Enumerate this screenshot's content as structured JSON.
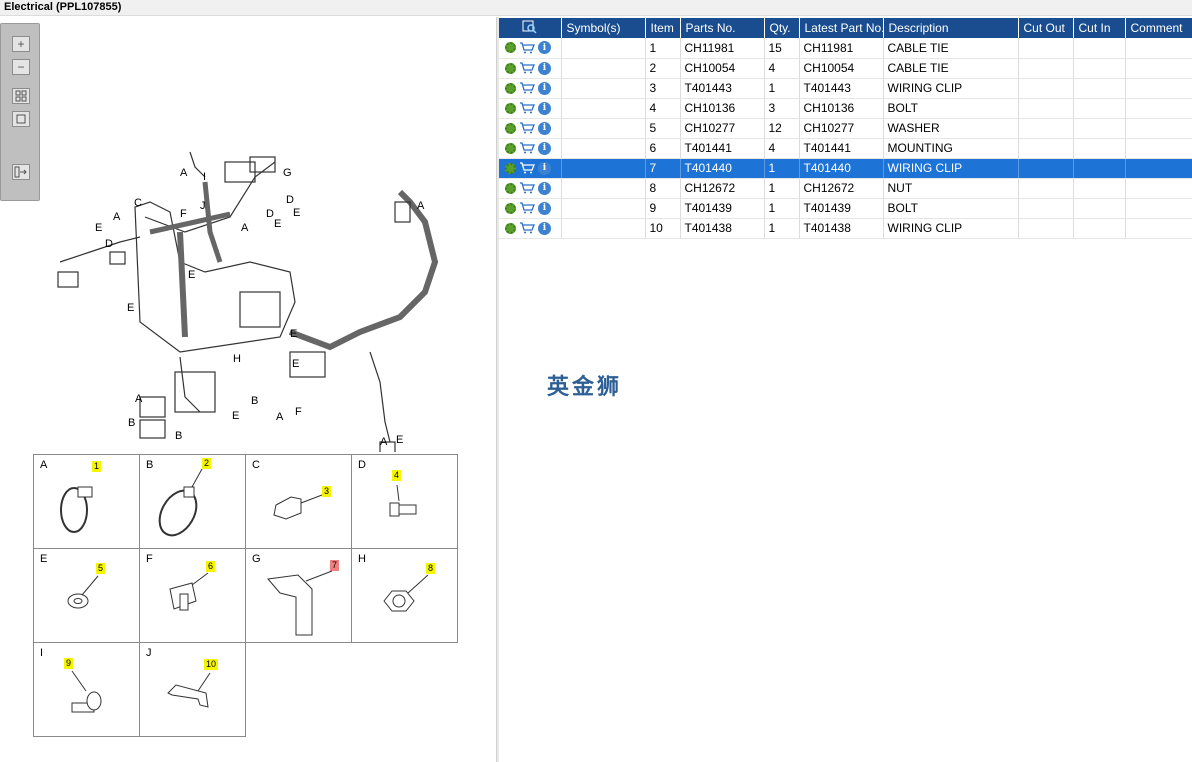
{
  "window": {
    "title": "Electrical (PPL107855)"
  },
  "toolbar": {
    "icons": [
      "zoom-in-icon",
      "zoom-out-icon",
      "fit-all-icon",
      "fit-window-icon",
      "export-icon"
    ]
  },
  "diagram": {
    "labels": [
      "A",
      "I",
      "G",
      "C",
      "J",
      "F",
      "D",
      "E",
      "A",
      "D",
      "E",
      "E",
      "A",
      "E",
      "D",
      "A",
      "E",
      "E",
      "H",
      "E",
      "A",
      "B",
      "B",
      "E",
      "A",
      "F",
      "B",
      "B",
      "A",
      "E"
    ]
  },
  "callout_grid": [
    {
      "letter": "A",
      "num": "1"
    },
    {
      "letter": "B",
      "num": "2"
    },
    {
      "letter": "C",
      "num": "3"
    },
    {
      "letter": "D",
      "num": "4"
    },
    {
      "letter": "E",
      "num": "5"
    },
    {
      "letter": "F",
      "num": "6"
    },
    {
      "letter": "G",
      "num": "7"
    },
    {
      "letter": "H",
      "num": "8"
    },
    {
      "letter": "I",
      "num": "9"
    },
    {
      "letter": "J",
      "num": "10"
    }
  ],
  "parts_table": {
    "columns": [
      "Symbol(s)",
      "Item",
      "Parts No.",
      "Qty.",
      "Latest Part No.",
      "Description",
      "Cut Out",
      "Cut In",
      "Comment"
    ],
    "rows": [
      {
        "item": "1",
        "parts_no": "CH11981",
        "qty": "15",
        "latest": "CH11981",
        "desc": "CABLE TIE"
      },
      {
        "item": "2",
        "parts_no": "CH10054",
        "qty": "4",
        "latest": "CH10054",
        "desc": "CABLE TIE"
      },
      {
        "item": "3",
        "parts_no": "T401443",
        "qty": "1",
        "latest": "T401443",
        "desc": "WIRING CLIP"
      },
      {
        "item": "4",
        "parts_no": "CH10136",
        "qty": "3",
        "latest": "CH10136",
        "desc": "BOLT"
      },
      {
        "item": "5",
        "parts_no": "CH10277",
        "qty": "12",
        "latest": "CH10277",
        "desc": "WASHER"
      },
      {
        "item": "6",
        "parts_no": "T401441",
        "qty": "4",
        "latest": "T401441",
        "desc": "MOUNTING"
      },
      {
        "item": "7",
        "parts_no": "T401440",
        "qty": "1",
        "latest": "T401440",
        "desc": "WIRING CLIP"
      },
      {
        "item": "8",
        "parts_no": "CH12672",
        "qty": "1",
        "latest": "CH12672",
        "desc": "NUT"
      },
      {
        "item": "9",
        "parts_no": "T401439",
        "qty": "1",
        "latest": "T401439",
        "desc": "BOLT"
      },
      {
        "item": "10",
        "parts_no": "T401438",
        "qty": "1",
        "latest": "T401438",
        "desc": "WIRING CLIP"
      }
    ],
    "selected_item": "7"
  },
  "watermark": {
    "text": "英金狮"
  },
  "colors": {
    "header_bg": "#1a4d8f",
    "selected_row": "#1e73d6",
    "callout_yellow": "#f5f500",
    "callout_red": "#f08080"
  }
}
